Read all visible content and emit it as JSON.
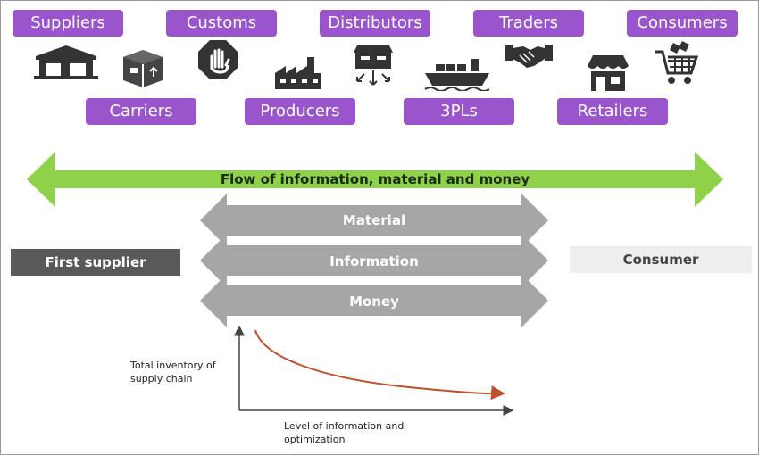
{
  "actors_top": [
    {
      "id": "suppliers",
      "label": "Suppliers",
      "icon": "warehouse-icon"
    },
    {
      "id": "customs",
      "label": "Customs",
      "icon": "stop-hand-icon"
    },
    {
      "id": "distributors",
      "label": "Distributors",
      "icon": "distribution-icon"
    },
    {
      "id": "traders",
      "label": "Traders",
      "icon": "handshake-icon"
    },
    {
      "id": "consumers",
      "label": "Consumers",
      "icon": "shopping-cart-icon"
    }
  ],
  "actors_bottom": [
    {
      "id": "carriers",
      "label": "Carriers",
      "icon": "package-icon"
    },
    {
      "id": "producers",
      "label": "Producers",
      "icon": "factory-icon"
    },
    {
      "id": "3pls",
      "label": "3PLs",
      "icon": "cargo-ship-icon"
    },
    {
      "id": "retailers",
      "label": "Retailers",
      "icon": "storefront-icon"
    }
  ],
  "flow": {
    "main_label": "Flow of information, material and money",
    "streams": [
      "Material",
      "Information",
      "Money"
    ],
    "first_supplier": "First supplier",
    "consumer": "Consumer"
  },
  "curve_chart": {
    "ylabel": "Total inventory of supply chain",
    "xlabel": "Level of information and optimization"
  },
  "colors": {
    "actor_fill": "#9a55cc",
    "flow_arrow": "#8ed24a",
    "stream_arrow": "#a6a6a6",
    "first_supplier_box": "#595959",
    "consumer_box": "#eeeeee",
    "curve": "#c0502a",
    "icon": "#333333"
  }
}
